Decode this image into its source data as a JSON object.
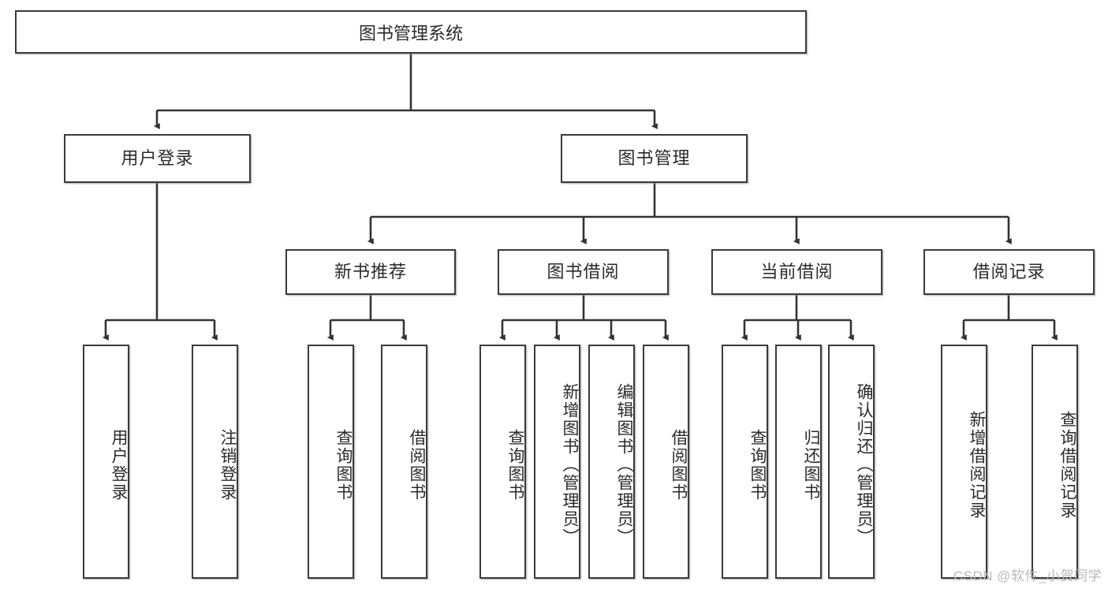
{
  "diagram": {
    "type": "tree",
    "title": "图书管理系统",
    "orientation": "top-down",
    "colors": {
      "box_border": "#3a3a3a",
      "box_fill": "#ffffff",
      "edge": "#333333",
      "text": "#2b2b2b",
      "watermark": "#b9b9b9"
    },
    "nodes": {
      "root": {
        "label": "图书管理系统",
        "level": 1
      },
      "level2": [
        {
          "id": "user_login",
          "label": "用户登录"
        },
        {
          "id": "book_manage",
          "label": "图书管理"
        }
      ],
      "level3": [
        {
          "id": "new_book_rec",
          "label": "新书推荐",
          "parent": "book_manage"
        },
        {
          "id": "book_borrow",
          "label": "图书借阅",
          "parent": "book_manage"
        },
        {
          "id": "current_borrow",
          "label": "当前借阅",
          "parent": "book_manage"
        },
        {
          "id": "borrow_record",
          "label": "借阅记录",
          "parent": "book_manage"
        }
      ],
      "leaves": [
        {
          "id": "leaf_user_login",
          "label": "用户登录",
          "parent": "user_login"
        },
        {
          "id": "leaf_logout",
          "label": "注销登录",
          "parent": "user_login"
        },
        {
          "id": "leaf_query_book_1",
          "label": "查询图书",
          "parent": "new_book_rec"
        },
        {
          "id": "leaf_borrow_book_1",
          "label": "借阅图书",
          "parent": "new_book_rec"
        },
        {
          "id": "leaf_query_book_2",
          "label": "查询图书",
          "parent": "book_borrow"
        },
        {
          "id": "leaf_add_book",
          "label": "新增图书（管理员）",
          "parent": "book_borrow"
        },
        {
          "id": "leaf_edit_book",
          "label": "编辑图书（管理员）",
          "parent": "book_borrow"
        },
        {
          "id": "leaf_borrow_book_2",
          "label": "借阅图书",
          "parent": "book_borrow"
        },
        {
          "id": "leaf_query_book_3",
          "label": "查询图书",
          "parent": "current_borrow"
        },
        {
          "id": "leaf_return_book",
          "label": "归还图书",
          "parent": "current_borrow"
        },
        {
          "id": "leaf_confirm_return",
          "label": "确认归还（管理员）",
          "parent": "current_borrow"
        },
        {
          "id": "leaf_add_record",
          "label": "新增借阅记录",
          "parent": "borrow_record"
        },
        {
          "id": "leaf_query_record",
          "label": "查询借阅记录",
          "parent": "borrow_record"
        }
      ]
    }
  },
  "watermark": {
    "text": "CSDN @软件_小贺同学"
  }
}
